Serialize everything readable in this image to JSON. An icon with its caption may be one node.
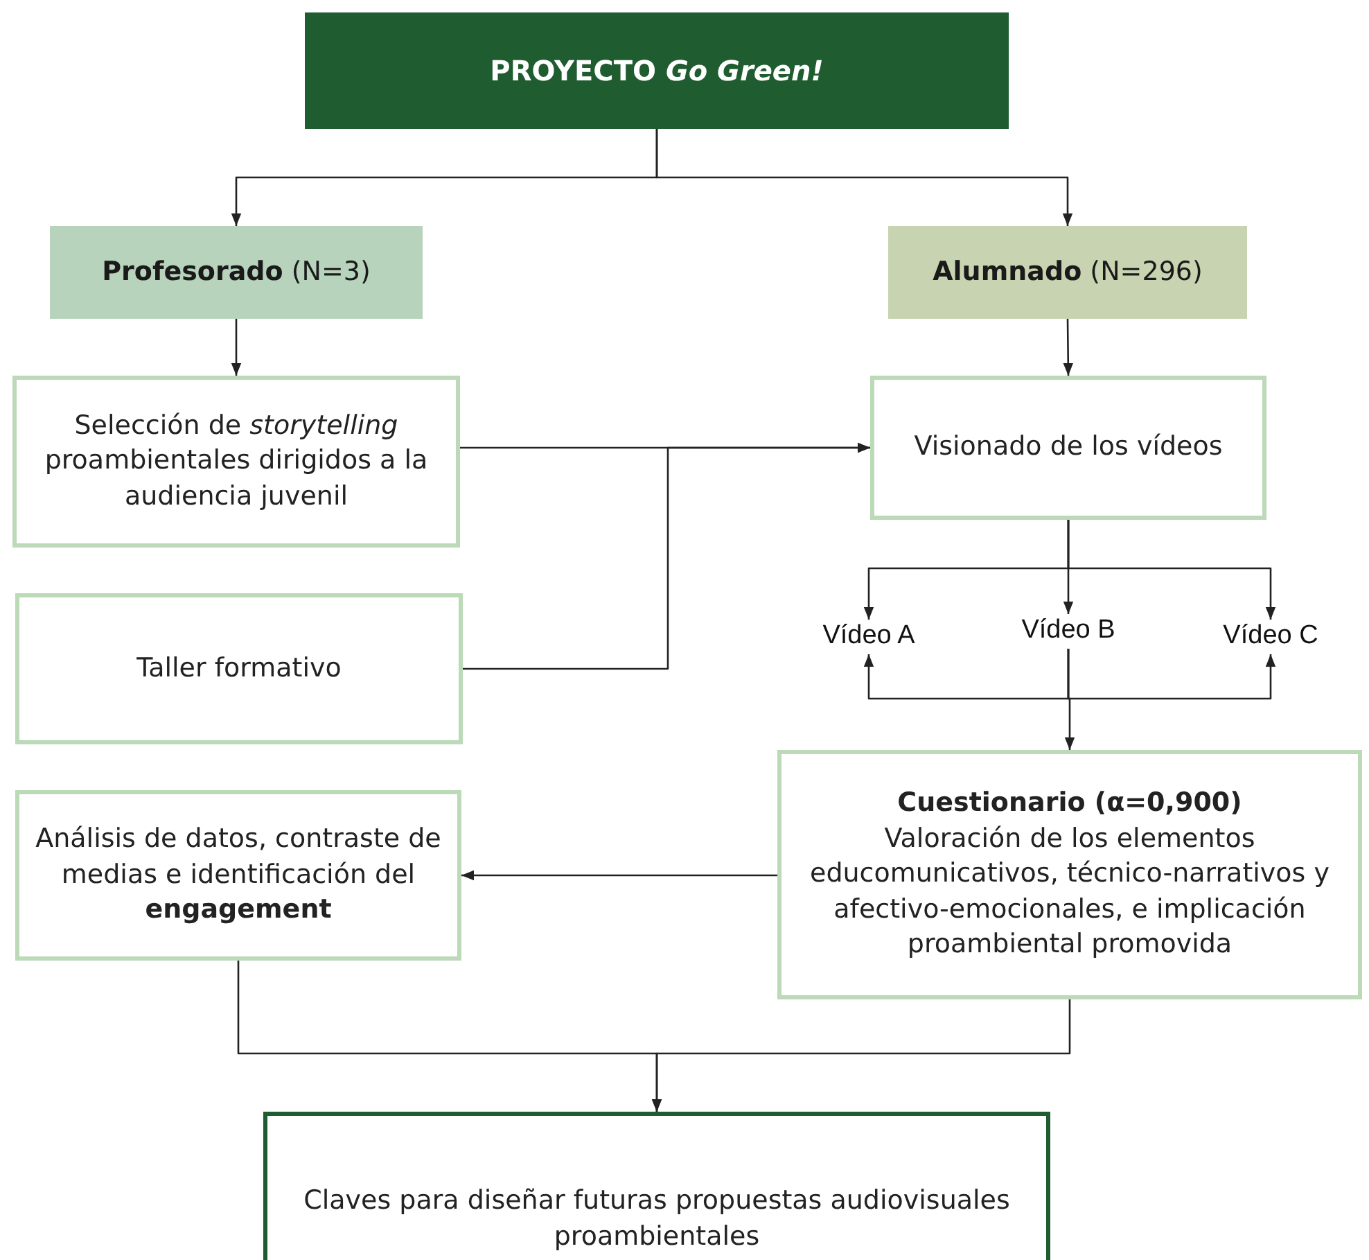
{
  "diagram": {
    "nodes": [
      {
        "text": [
          "PROYECTO *Go Green!*"
        ]
      },
      {
        "text": [
          "**Profesorado** (N=3)"
        ]
      },
      {
        "text": [
          "**Alumnado** (N=296)"
        ]
      },
      {
        "text": [
          "Selección de *storytelling* proambientales dirigidos a la audiencia juvenil"
        ]
      },
      {
        "text": [
          "Taller formativo"
        ]
      },
      {
        "text": [
          "Visionado de los vídeos"
        ]
      },
      {
        "text": [
          "Vídeo A"
        ]
      },
      {
        "text": [
          "Vídeo B"
        ]
      },
      {
        "text": [
          "Vídeo C"
        ]
      },
      {
        "text": [
          "Cuestionario (α=0,900)",
          "Valoración de los elementos educomunicativos, técnico-narrativos y afectivo-emocionales, e implicación proambiental promovida"
        ]
      },
      {
        "text": [
          "Análisis de datos, contraste de medias e identificación del **engagement**"
        ]
      },
      {
        "text": [
          "Claves para diseñar futuras propuestas audiovisuales proambientales"
        ]
      }
    ],
    "edges": [
      {
        "from": 0,
        "to": 1,
        "arrow": "to"
      },
      {
        "from": 0,
        "to": 2,
        "arrow": "to"
      },
      {
        "from": 1,
        "to": 3,
        "arrow": "to"
      },
      {
        "from": 2,
        "to": 5,
        "arrow": "to"
      },
      {
        "from": 3,
        "to": 5,
        "arrow": "to"
      },
      {
        "from": 4,
        "to": 5,
        "arrow": "to"
      },
      {
        "from": 5,
        "to": 6,
        "arrow": "to"
      },
      {
        "from": 5,
        "to": 7,
        "arrow": "to"
      },
      {
        "from": 5,
        "to": 8,
        "arrow": "to"
      },
      {
        "from": 7,
        "to": 6,
        "arrow": "to"
      },
      {
        "from": 7,
        "to": 8,
        "arrow": "to"
      },
      {
        "from": 7,
        "to": 9,
        "arrow": "to"
      },
      {
        "from": 9,
        "to": 10,
        "arrow": "to"
      },
      {
        "from": 10,
        "to": 11,
        "arrow": "to"
      },
      {
        "from": 9,
        "to": 11,
        "arrow": "to"
      }
    ]
  }
}
